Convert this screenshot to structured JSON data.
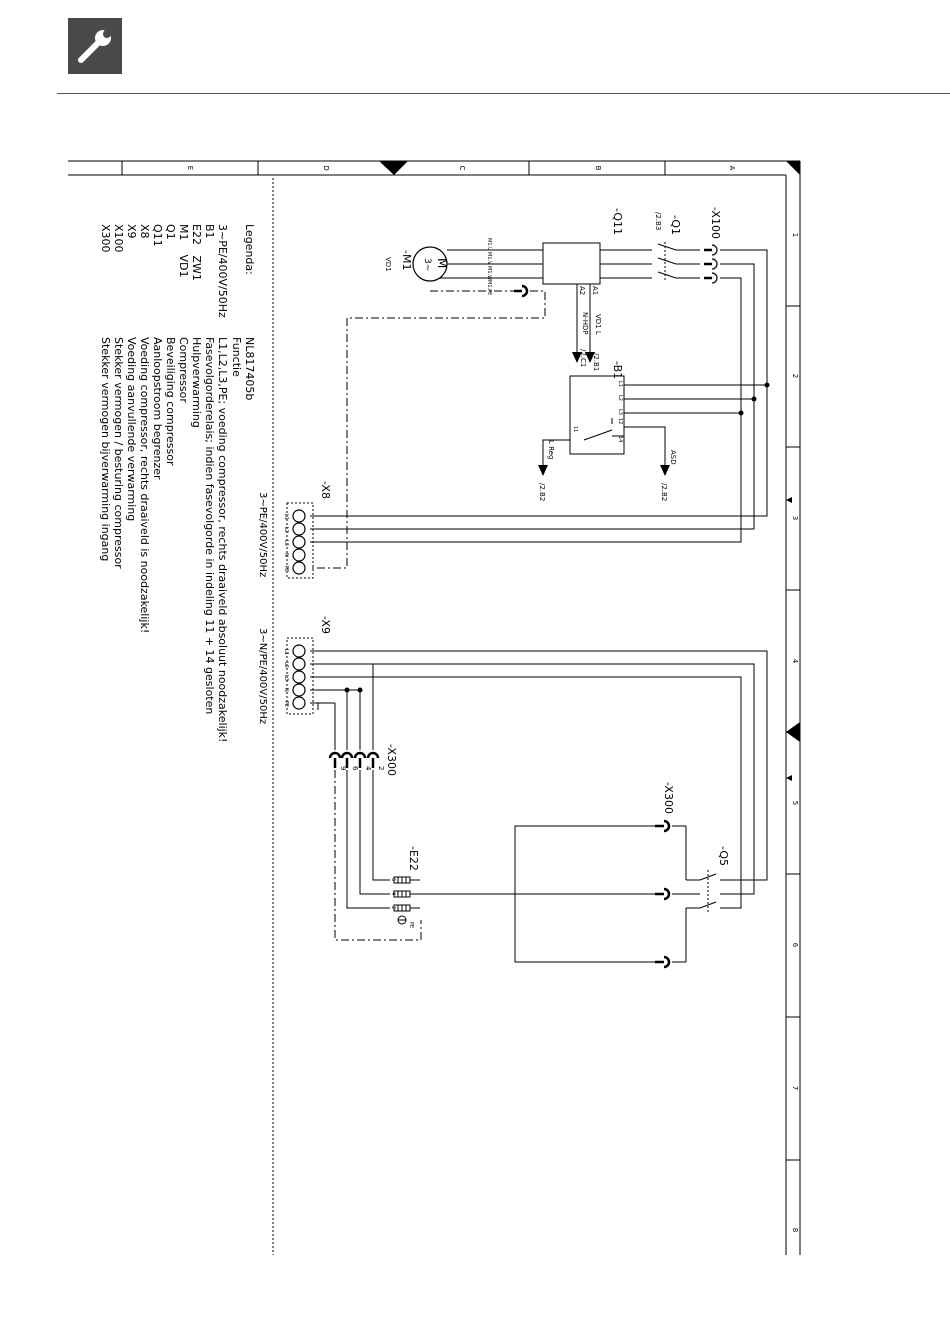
{
  "header": {
    "icon": "wrench-icon"
  },
  "frame": {
    "columns": [
      "A",
      "B",
      "C",
      "D",
      "E"
    ],
    "rows": [
      "1",
      "2",
      "3",
      "4",
      "5",
      "6",
      "7",
      "8"
    ]
  },
  "components": {
    "x100": "-X100",
    "q1": "-Q1",
    "q1_ref": "/2.B3",
    "q11": "-Q11",
    "m1": "-M1",
    "m1_sub": "VD1",
    "motor_letter": "M",
    "motor_phase": "3~",
    "m1_terms": [
      "M1.U",
      "M1.V",
      "M1.W",
      "M1.PE"
    ],
    "a1": "A1",
    "a2": "A2",
    "vd1l": "VD1 L",
    "nhdp": "N-HDP",
    "ref_2b1": "/2.B1",
    "ref_2c1": "/2.C1",
    "b1": "-B1",
    "b1_terms": [
      "L1",
      "L2",
      "L3",
      "12",
      "14",
      "11"
    ],
    "asd": "ASD",
    "ref_2b2a": "/2.B2",
    "lreg": "L Reg",
    "ref_2b2b": "/2.B2",
    "x8": "-X8",
    "x8_supply": "3~PE/400V/50Hz",
    "x8_terms": [
      "L1",
      "L2",
      "L3",
      "N",
      "PE"
    ],
    "x9": "-X9",
    "x9_supply": "3~N/PE/400V/50Hz",
    "x9_terms": [
      "L1",
      "L2",
      "L3",
      "N",
      "PE"
    ],
    "x300_left": "-X300",
    "x300_pins": [
      "2",
      "4",
      "6",
      "9"
    ],
    "x300_right": "-X300",
    "q5": "-Q5",
    "e22": "-E22",
    "e22_terms": [
      "6",
      "4",
      "2",
      "PE"
    ]
  },
  "legend": {
    "title": "Legenda:",
    "code": "NL817405b",
    "function_header": "Functie",
    "supply": "3~PE/400V/50Hz",
    "supply_desc": "L1,L2,L3,PE; voeding compressor, rechts draaiveld absoluut noodzakelijk!",
    "items": [
      {
        "code": "B1",
        "desc": "Fasevolgorderelais; indien fasevolgorde in indeling 11 + 14 gesloten"
      },
      {
        "code": "E22   ZW1",
        "desc": "Hulpverwarming"
      },
      {
        "code": "M1    VD1",
        "desc": "Compressor"
      },
      {
        "code": "Q1",
        "desc": "Beveiliging compressor"
      },
      {
        "code": "Q11",
        "desc": "Aanloopstroom begrenzer"
      },
      {
        "code": "X8",
        "desc": "Voeding compressor, rechts draaiveld is noodzakelijk!"
      },
      {
        "code": "X9",
        "desc": "Voeding aanvullende verwarming"
      },
      {
        "code": "X100",
        "desc": "Stekker vermogen / besturing compressor"
      },
      {
        "code": "X300",
        "desc": "Stekker vermogen bijverwarming ingang"
      }
    ]
  }
}
